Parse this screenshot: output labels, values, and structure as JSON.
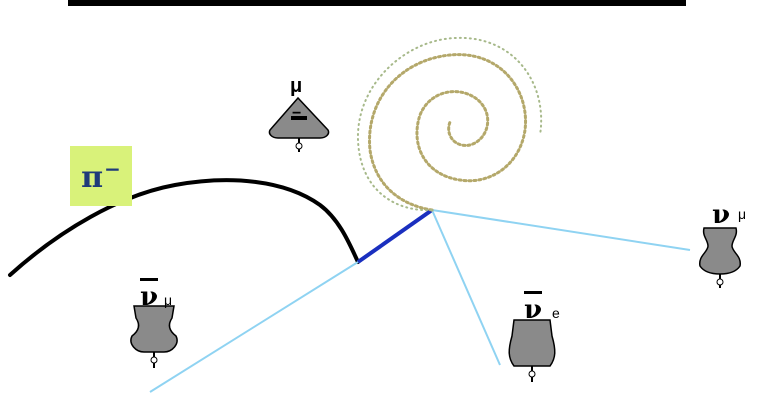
{
  "particles": {
    "pion": {
      "symbol": "π",
      "charge": "−"
    },
    "muon": {
      "symbol": "μ",
      "charge": "−"
    },
    "muon_antineutrino": {
      "symbol": "ν",
      "flavor": "μ"
    },
    "electron_antineutrino": {
      "symbol": "ν",
      "flavor": "e"
    },
    "muon_neutrino": {
      "symbol": "ν",
      "flavor": "μ"
    }
  },
  "colors": {
    "pion_track": "#000000",
    "muon_track": "#1a2fbf",
    "neutrino_lines": "#8fd3f2",
    "electron_spiral": "#b4a86a",
    "pion_label_bg": "#d9f27a",
    "pion_label_text": "#1f3a7a",
    "figure_body": "#8a8a8a"
  }
}
